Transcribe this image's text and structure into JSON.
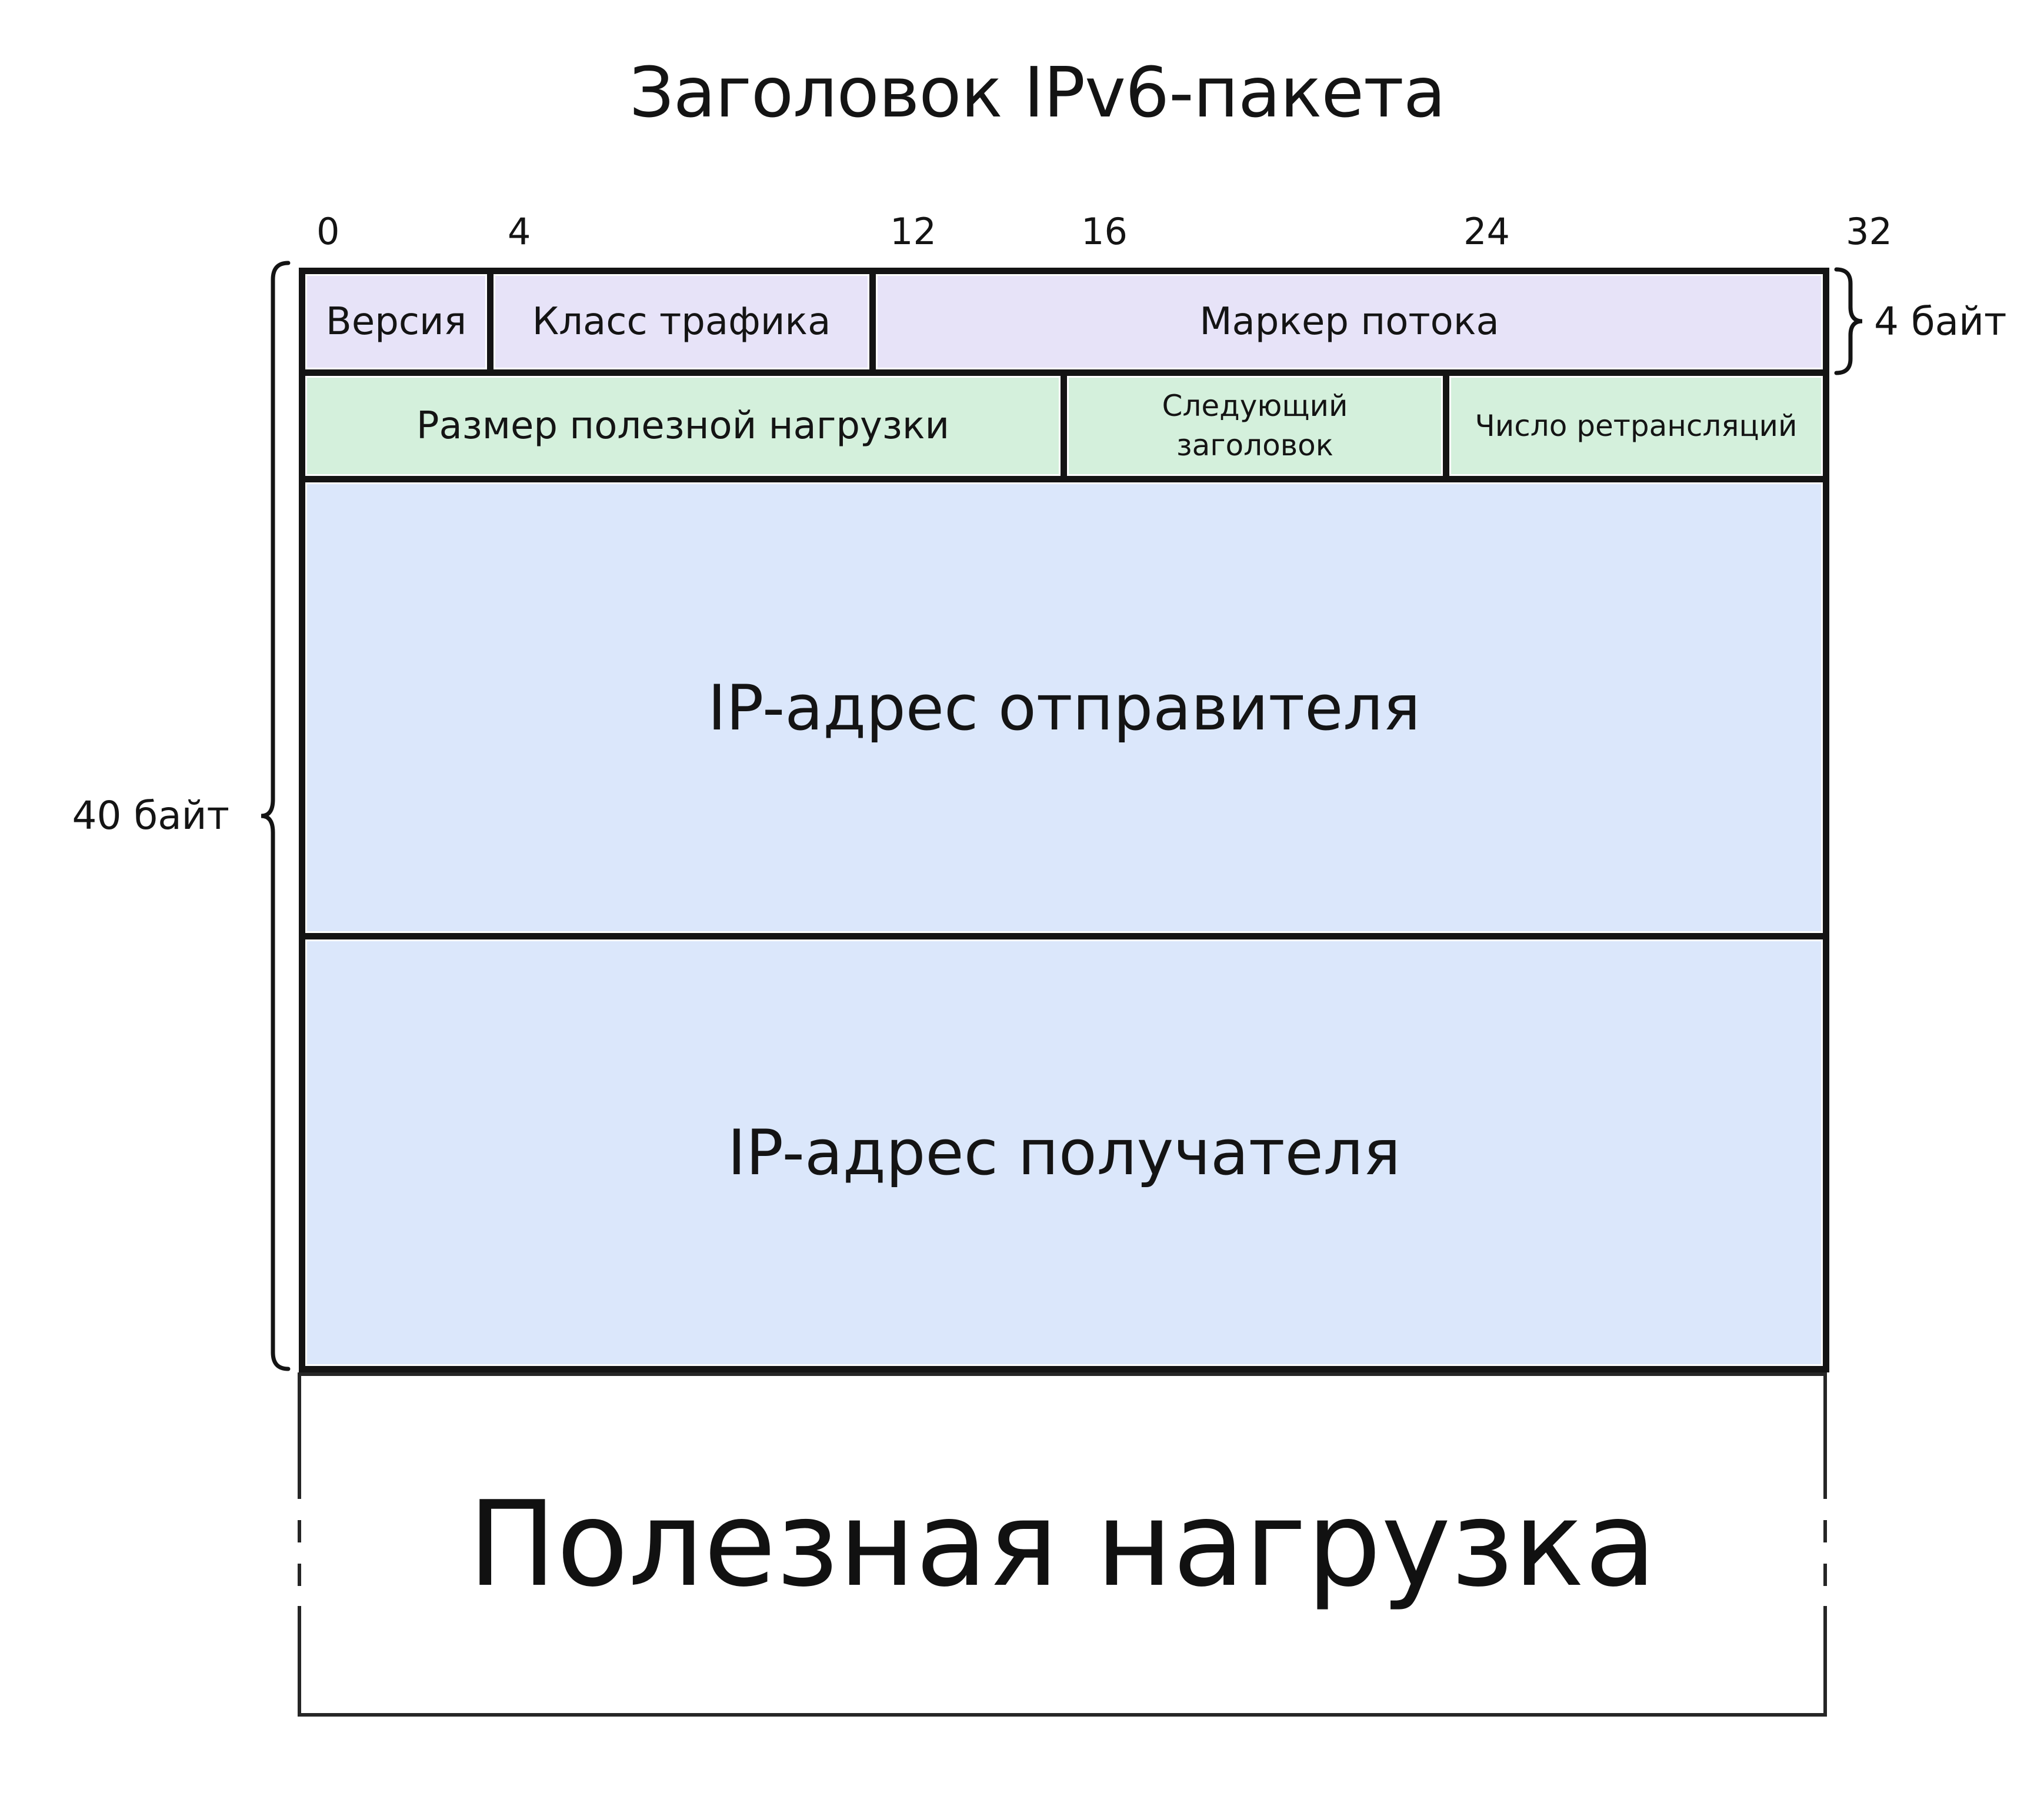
{
  "title": "Заголовок IPv6-пакета",
  "ruler": {
    "ticks": [
      "0",
      "4",
      "12",
      "16",
      "24",
      "32"
    ]
  },
  "annotations": {
    "four_bytes": "4 байт",
    "forty_bytes": "40 байт"
  },
  "fields": {
    "version": "Версия",
    "traffic_class": "Класс трафика",
    "flow_label": "Маркер потока",
    "payload_length": "Размер полезной нагрузки",
    "next_header": "Следующий заголовок",
    "hop_limit": "Число ретрансляций",
    "source_address": "IP-адрес отправителя",
    "destination_address": "IP-адрес получателя",
    "payload": "Полезная нагрузка"
  },
  "colors": {
    "purple": "#e7e3f8",
    "green": "#d4f0dc",
    "blue": "#dbe7fb",
    "line": "#141414",
    "frame": "#262626",
    "text": "#141414"
  }
}
